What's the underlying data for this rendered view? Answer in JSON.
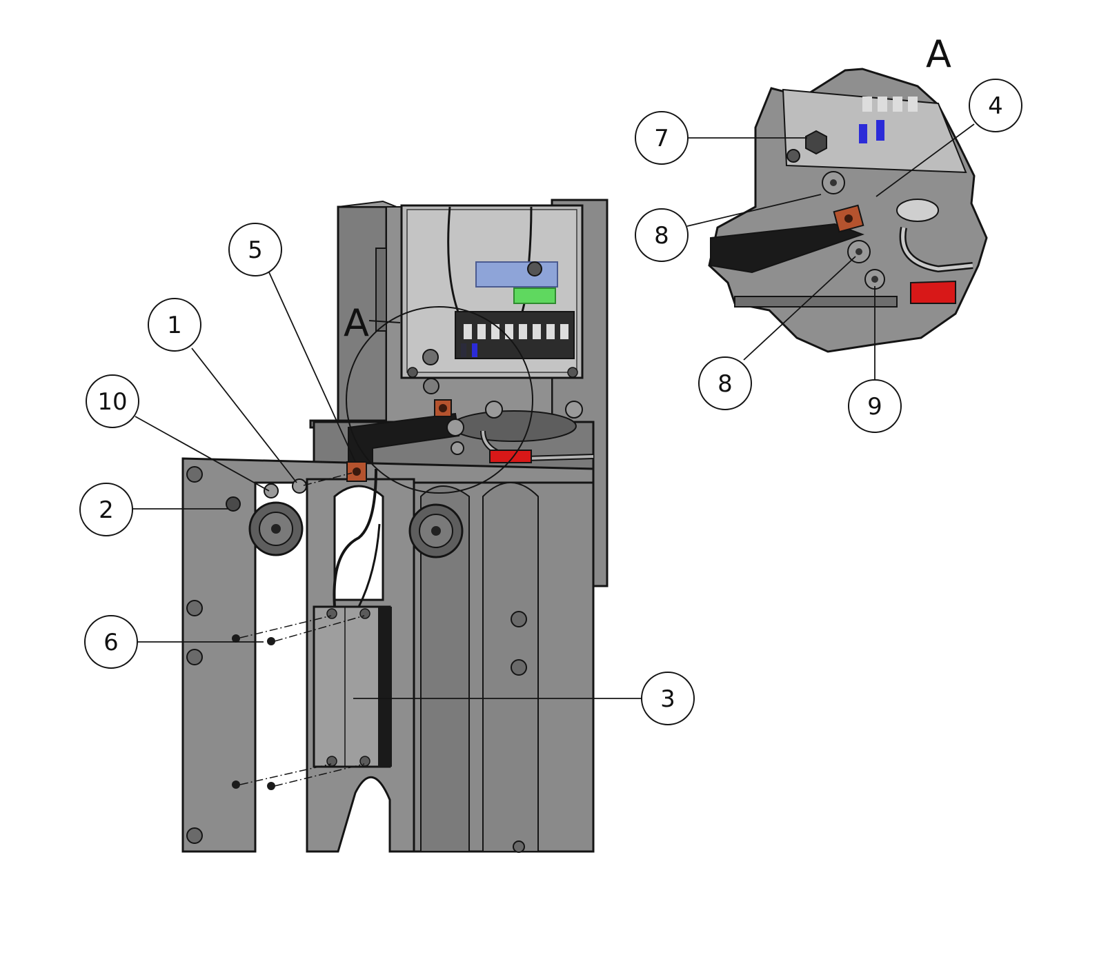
{
  "diagram": {
    "view_label": "A",
    "callouts": {
      "c1": "1",
      "c2": "2",
      "c3": "3",
      "c4": "4",
      "c5": "5",
      "c6": "6",
      "c7": "7",
      "c8a": "8",
      "c8b": "8",
      "c9": "9",
      "c10": "10"
    },
    "colors": {
      "metal": "#8e8e8e",
      "metal_dark": "#6a6a6a",
      "metal_light": "#b9b9b9",
      "outline": "#141414",
      "copper": "#b5532e",
      "red_part": "#d81818",
      "blue_part": "#8ea4d8",
      "green_part": "#5fd85f",
      "terminal_blue": "#2b2bd8"
    }
  }
}
